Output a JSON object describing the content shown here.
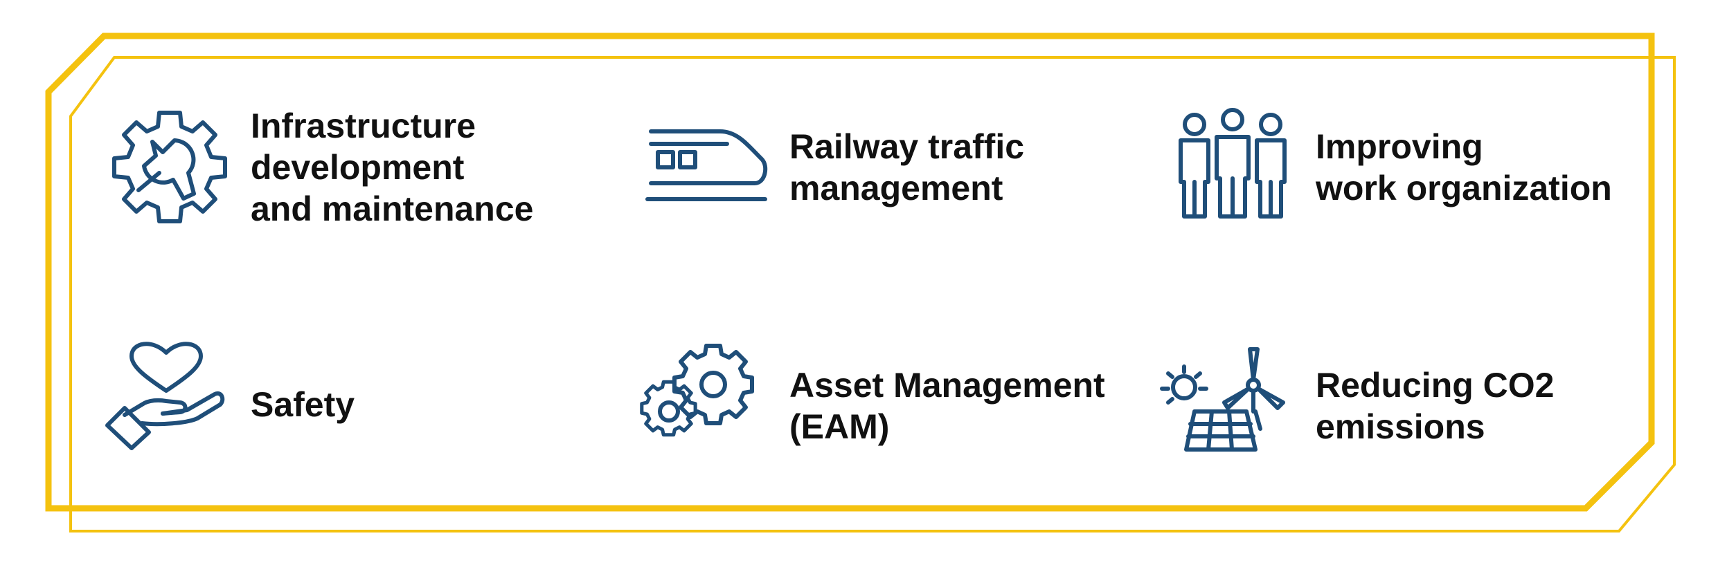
{
  "colors": {
    "frame": "#F4C20F",
    "icon": "#1F4E79",
    "text": "#111111"
  },
  "items": [
    {
      "icon": "gear-wrench-icon",
      "lines": [
        "Infrastructure",
        "development",
        "and maintenance"
      ]
    },
    {
      "icon": "train-icon",
      "lines": [
        "Railway traffic",
        "management"
      ]
    },
    {
      "icon": "people-icon",
      "lines": [
        "Improving",
        "work organization"
      ]
    },
    {
      "icon": "heart-hand-icon",
      "lines": [
        "Safety"
      ]
    },
    {
      "icon": "gears-icon",
      "lines": [
        "Asset Management",
        "(EAM)"
      ]
    },
    {
      "icon": "solar-wind-icon",
      "lines": [
        "Reducing CO2",
        "emissions"
      ]
    }
  ]
}
